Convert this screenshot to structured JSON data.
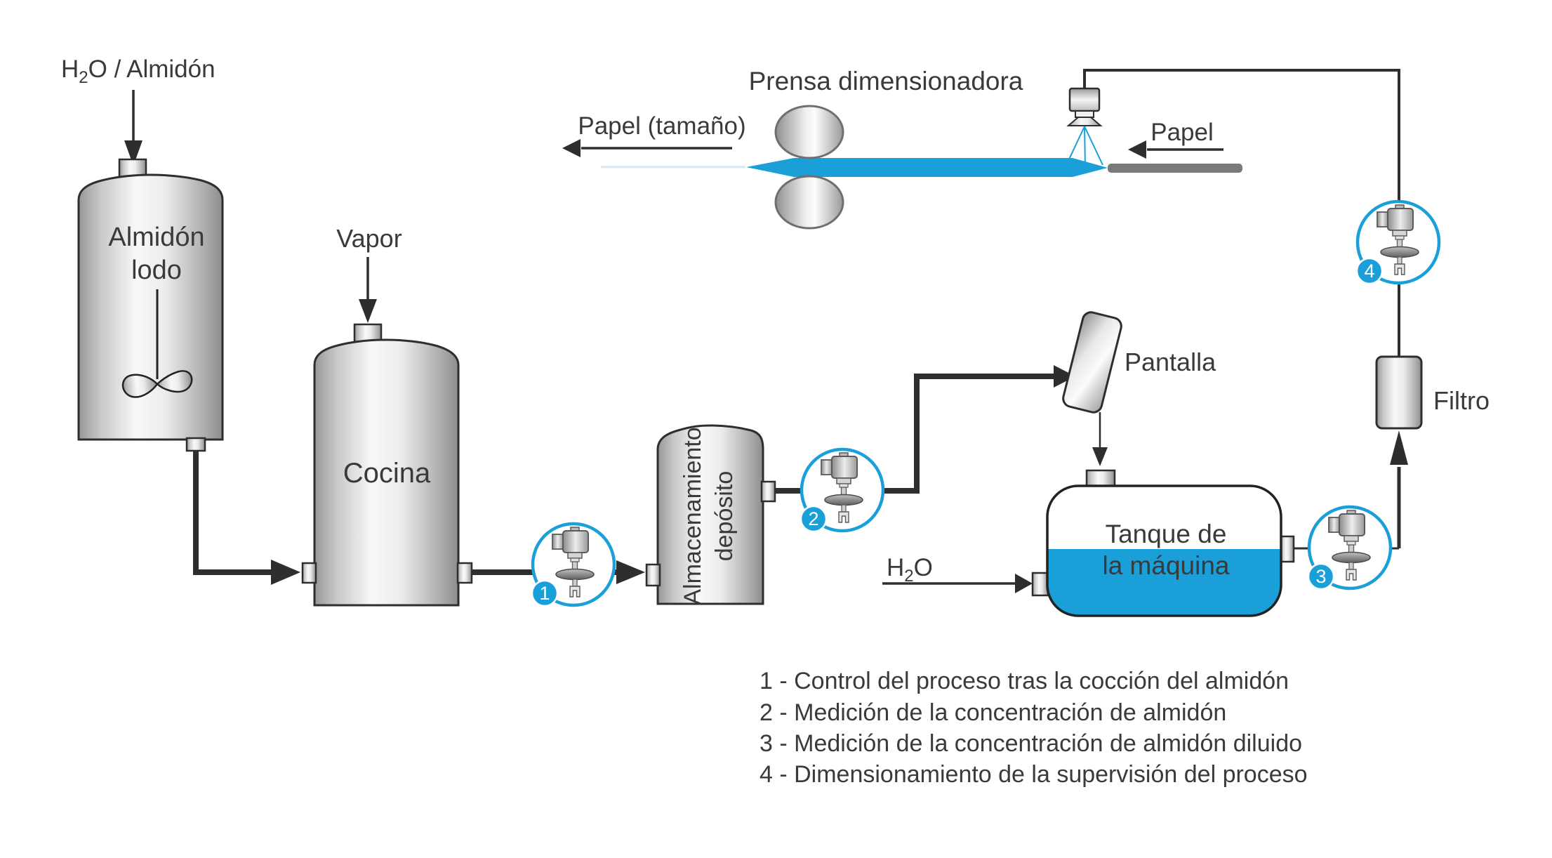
{
  "colors": {
    "accent_blue": "#1B9FD9",
    "paper_gray": "#7A7A7A",
    "outline_dark": "#2E2E2E",
    "text_gray": "#3A3A3A"
  },
  "labels": {
    "feed": {
      "h": "H",
      "sub": "2",
      "rest": "O / Almidón"
    },
    "press_title": "Prensa dimensionadora",
    "paper_sized": "Papel (tamaño)",
    "paper_in": "Papel",
    "vapor": "Vapor",
    "tank1_line1": "Almidón",
    "tank1_line2": "lodo",
    "cooker": "Cocina",
    "storage_line1": "Almacenamiento",
    "storage_line2": "depósito",
    "screen": "Pantalla",
    "machine_line1": "Tanque de",
    "machine_line2": "la máquina",
    "filter": "Filtro",
    "water": {
      "h": "H",
      "sub": "2",
      "rest": "O"
    }
  },
  "sensors": [
    {
      "number": "1"
    },
    {
      "number": "2"
    },
    {
      "number": "3"
    },
    {
      "number": "4"
    }
  ],
  "legend": [
    {
      "text": "1 - Control del proceso tras la cocción del almidón"
    },
    {
      "text": "2 - Medición de la concentración de almidón"
    },
    {
      "text": "3 - Medición de la concentración de almidón diluido"
    },
    {
      "text": "4 - Dimensionamiento de la supervisión del proceso"
    }
  ]
}
